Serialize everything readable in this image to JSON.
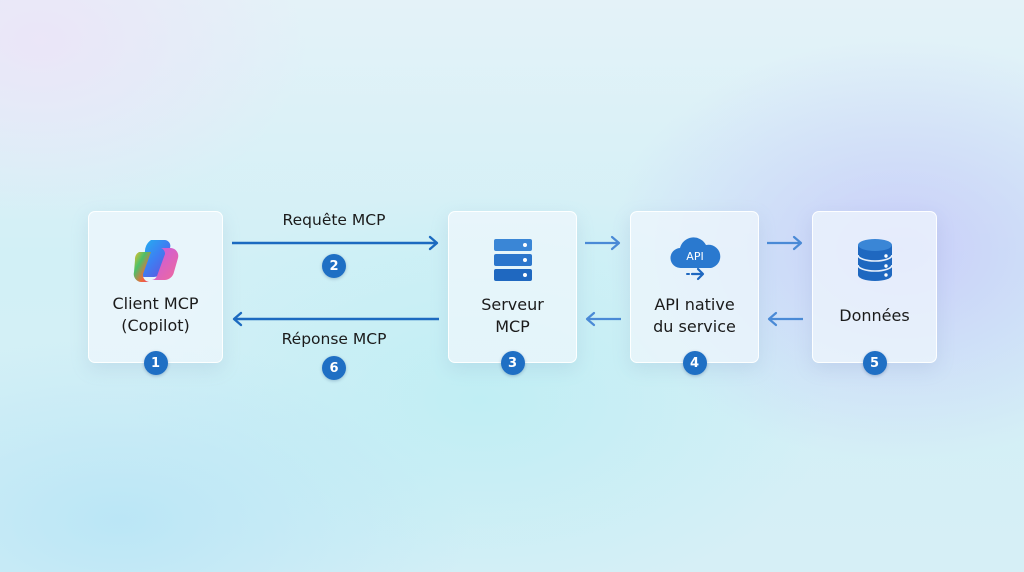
{
  "diagram": {
    "nodes": [
      {
        "id": "client",
        "label_line1": "Client MCP",
        "label_line2": "(Copilot)",
        "step": "1",
        "icon": "copilot-logo-icon"
      },
      {
        "id": "server",
        "label_line1": "Serveur",
        "label_line2": "MCP",
        "step": "3",
        "icon": "server-icon"
      },
      {
        "id": "api",
        "label_line1": "API native",
        "label_line2": "du service",
        "step": "4",
        "icon": "cloud-api-icon",
        "icon_text": "API"
      },
      {
        "id": "data",
        "label_line1": "Données",
        "step": "5",
        "icon": "database-icon"
      }
    ],
    "flows": [
      {
        "from": "client",
        "to": "server",
        "label": "Requête MCP",
        "step": "2"
      },
      {
        "from": "server",
        "to": "client",
        "label": "Réponse MCP",
        "step": "6"
      },
      {
        "from": "server",
        "to": "api",
        "label": ""
      },
      {
        "from": "api",
        "to": "server",
        "label": ""
      },
      {
        "from": "api",
        "to": "data",
        "label": ""
      },
      {
        "from": "data",
        "to": "api",
        "label": ""
      }
    ],
    "colors": {
      "accent": "#1f6fc4",
      "arrow_main": "#1c6ac0",
      "arrow_light": "#4a8ad6"
    }
  }
}
